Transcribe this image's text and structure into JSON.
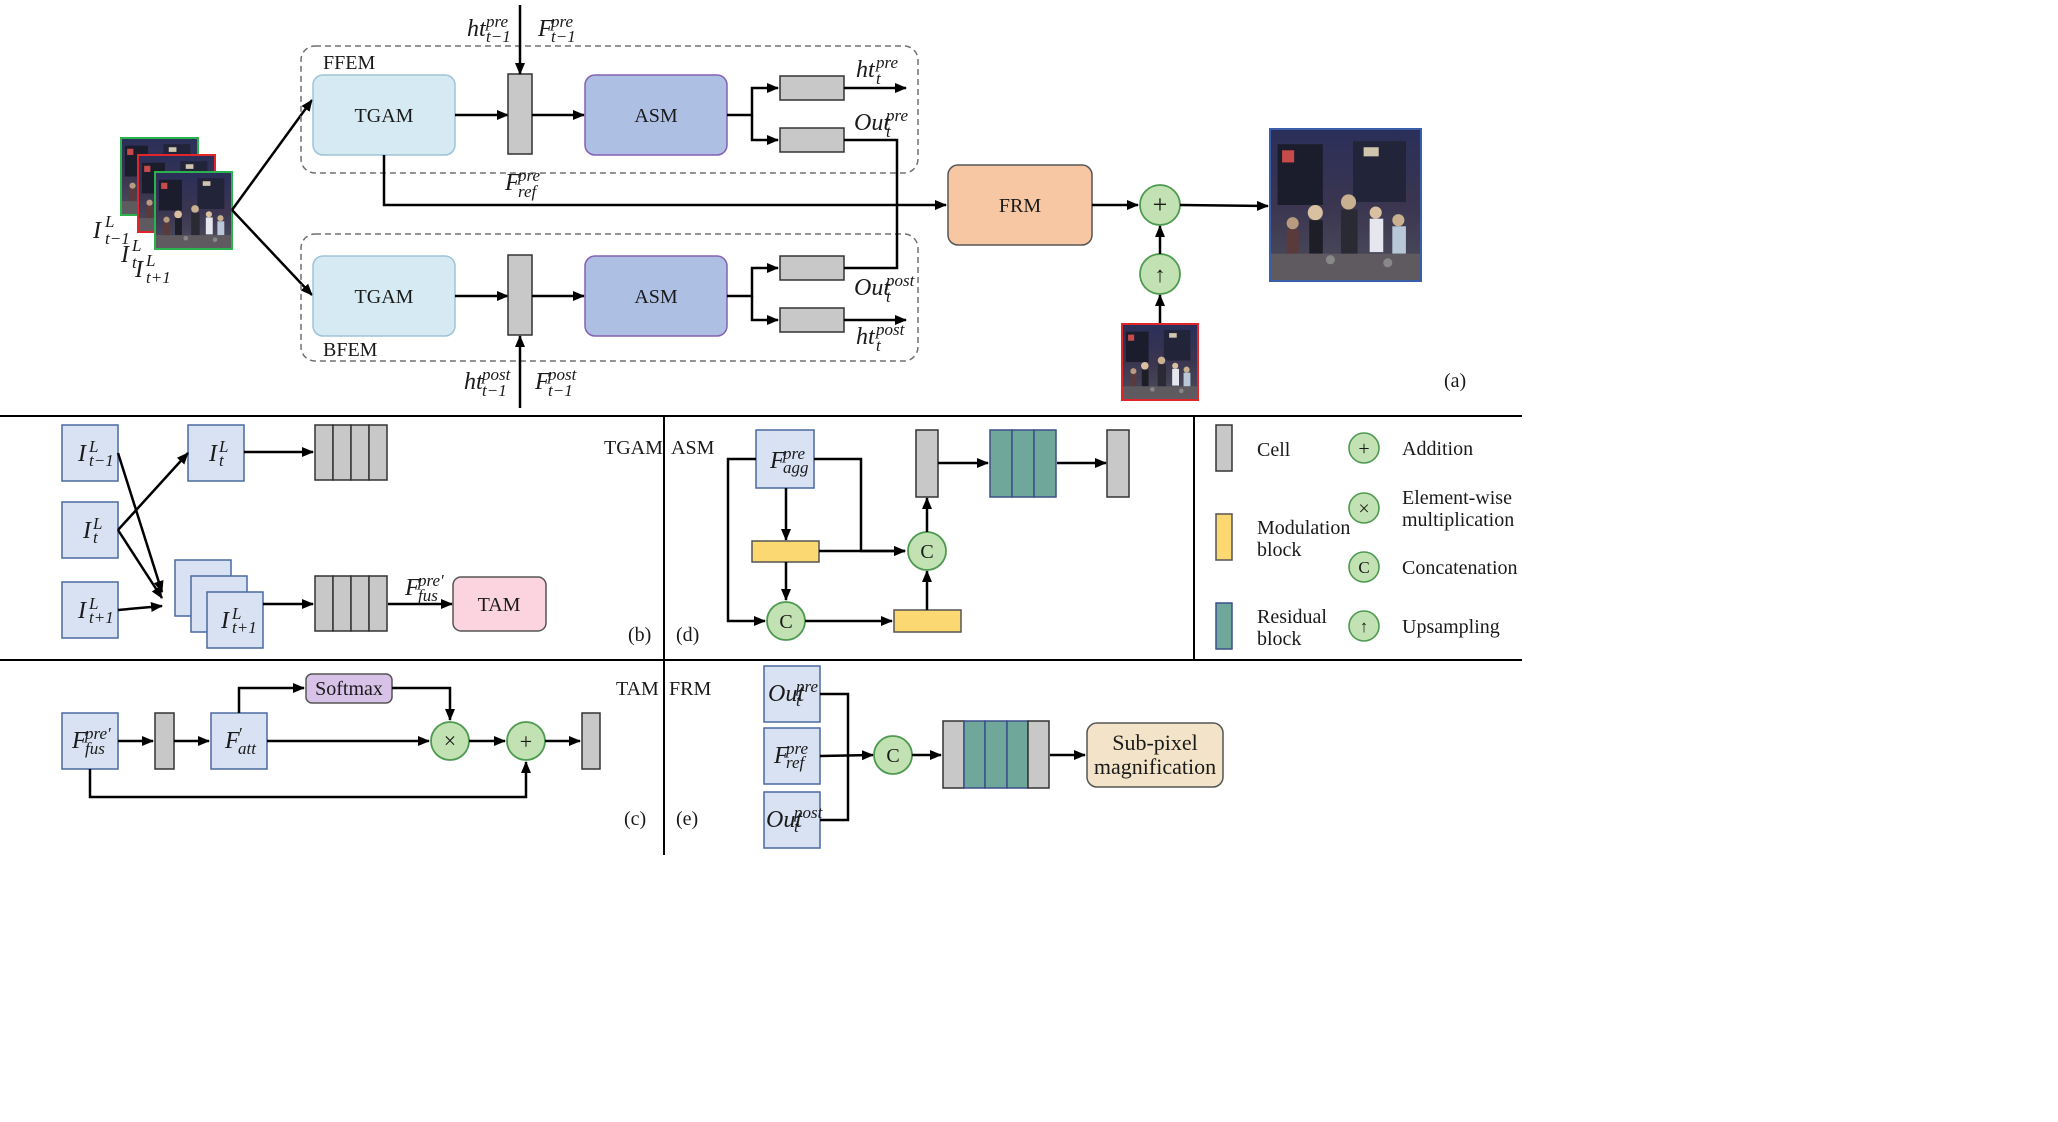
{
  "panel_a": {
    "ffem_label": "FFEM",
    "bfem_label": "BFEM",
    "tgam_label": "TGAM",
    "asm_label": "ASM",
    "frm_label": "FRM",
    "panel_tag": "(a)",
    "input_labels": {
      "i_prev": {
        "base": "I",
        "sup": "L",
        "sub": "t−1"
      },
      "i_cur": {
        "base": "I",
        "sup": "L",
        "sub": "t"
      },
      "i_next": {
        "base": "I",
        "sup": "L",
        "sub": "t+1"
      }
    },
    "ht_pre_prev": {
      "base": "ht",
      "sup": "pre",
      "sub": "t−1"
    },
    "f_pre_prev": {
      "base": "F",
      "sup": "pre",
      "sub": "t−1"
    },
    "ht_pre_out": {
      "base": "ht",
      "sup": "pre",
      "sub": "t"
    },
    "out_pre": {
      "base": "Out",
      "sup": "pre",
      "sub": "t"
    },
    "f_ref_pre": {
      "base": "F",
      "sup": "pre",
      "sub": "ref"
    },
    "out_post": {
      "base": "Out",
      "sup": "post",
      "sub": "t"
    },
    "ht_post_out": {
      "base": "ht",
      "sup": "post",
      "sub": "t"
    },
    "ht_post_prev": {
      "base": "ht",
      "sup": "post",
      "sub": "t−1"
    },
    "f_post_prev": {
      "base": "F",
      "sup": "post",
      "sub": "t−1"
    },
    "plus_symbol": "+",
    "up_symbol": "↑"
  },
  "panel_b": {
    "title": "TGAM",
    "tag": "(b)",
    "i_prev": {
      "base": "I",
      "sup": "L",
      "sub": "t−1"
    },
    "i_cur": {
      "base": "I",
      "sup": "L",
      "sub": "t"
    },
    "i_next": {
      "base": "I",
      "sup": "L",
      "sub": "t+1"
    },
    "i_top": {
      "base": "I",
      "sup": "L",
      "sub": "t"
    },
    "i_stack": {
      "base": "I",
      "sup": "L",
      "sub": "t+1"
    },
    "f_fus": {
      "base": "F",
      "sup": "pre′",
      "sub": "fus"
    },
    "tam_label": "TAM"
  },
  "panel_c": {
    "title": "TAM",
    "tag": "(c)",
    "f_fus": {
      "base": "F",
      "sup": "pre′",
      "sub": "fus"
    },
    "f_att": {
      "base": "F",
      "sup": "′",
      "sub": "att"
    },
    "softmax_label": "Softmax",
    "times_symbol": "×",
    "plus_symbol": "+"
  },
  "panel_d": {
    "title": "ASM",
    "tag": "(d)",
    "f_agg": {
      "base": "F",
      "sup": "pre",
      "sub": "agg"
    },
    "concat_symbol": "C"
  },
  "panel_e": {
    "title": "FRM",
    "tag": "(e)",
    "out_pre": {
      "base": "Out",
      "sup": "pre",
      "sub": "t"
    },
    "f_ref": {
      "base": "F",
      "sup": "pre",
      "sub": "ref"
    },
    "out_post": {
      "base": "Out",
      "sup": "post",
      "sub": "t"
    },
    "concat_symbol": "C",
    "subpixel_line1": "Sub-pixel",
    "subpixel_line2": "magnification"
  },
  "legend": {
    "cell": "Cell",
    "modulation_line1": "Modulation",
    "modulation_line2": "block",
    "residual_line1": "Residual",
    "residual_line2": "block",
    "addition": "Addition",
    "mult_line1": "Element-wise",
    "mult_line2": "multiplication",
    "concatenation": "Concatenation",
    "upsampling": "Upsampling",
    "plus_symbol": "+",
    "times_symbol": "×",
    "concat_symbol": "C",
    "up_symbol": "↑"
  },
  "colors": {
    "tgam_fill": "#d6eaf3",
    "asm_fill": "#aebfe4",
    "frm_fill": "#f7c6a3",
    "cell_fill": "#c8c8c8",
    "residual_fill": "#6fa89a",
    "modulation_fill": "#fbd872",
    "circle_fill": "#c3e2b3",
    "circle_stroke": "#4e9a50",
    "feature_fill": "#d9e2f3",
    "softmax_fill": "#d9c2e8",
    "tam_fill": "#fbd4e0",
    "subpixel_fill": "#f3e3c9"
  }
}
